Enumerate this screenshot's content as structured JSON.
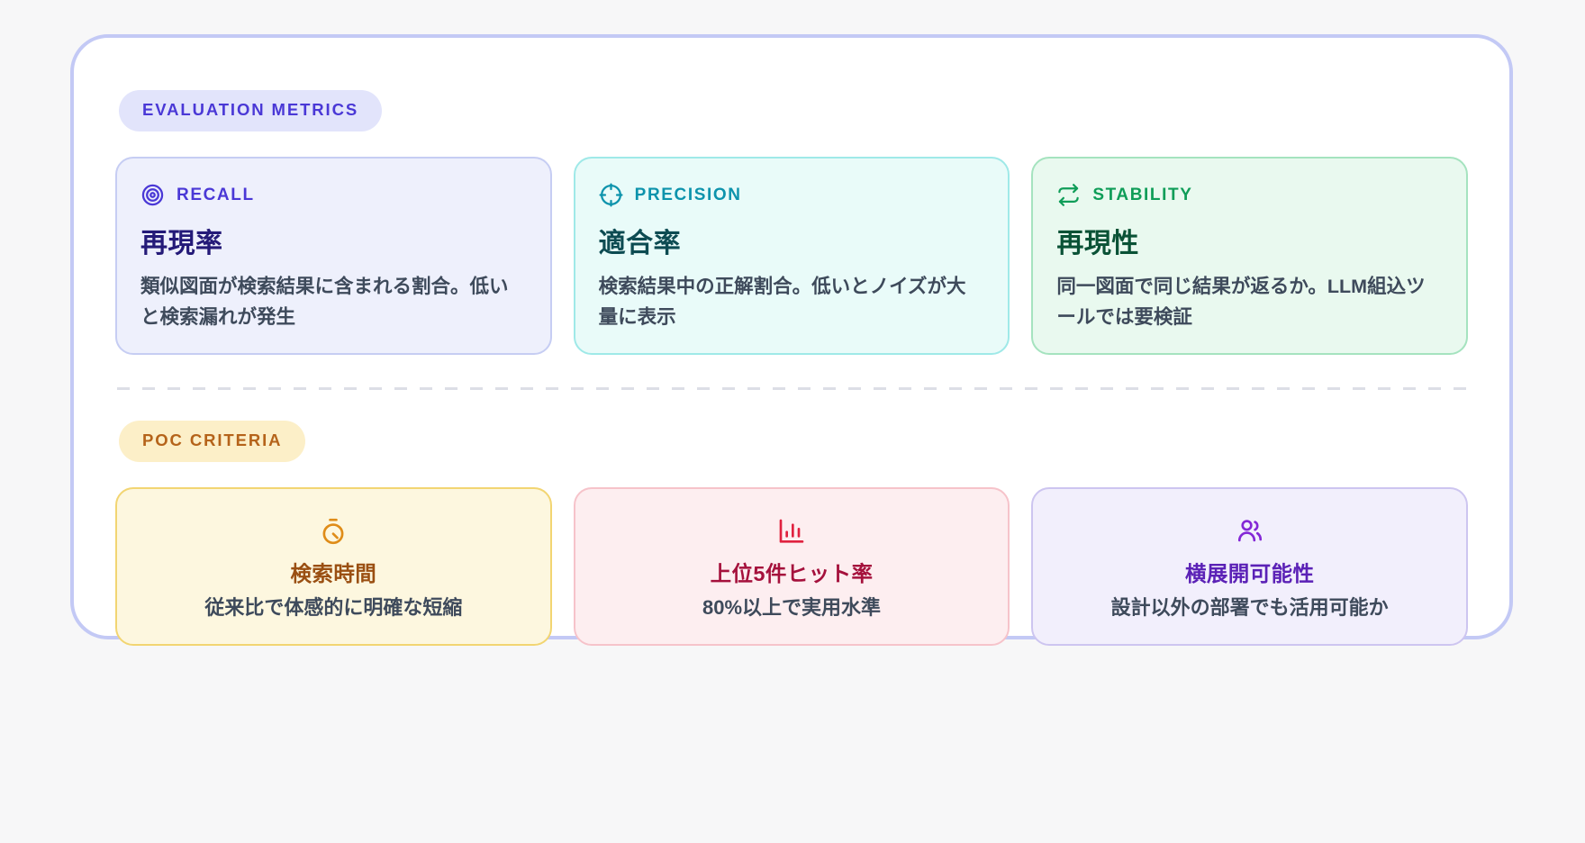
{
  "sections": [
    {
      "badge": "EVALUATION METRICS",
      "badge_bg": "#e2e4fb",
      "badge_color": "#4a38d6",
      "cards": [
        {
          "icon": "target-icon",
          "kicker": "RECALL",
          "title": "再現率",
          "desc": "類似図面が検索結果に含まれる割合。低いと検索漏れが発生",
          "bg": "#eef0fc",
          "border": "#c6cdf3",
          "accent": "#4a38d6",
          "title_color": "#241a78"
        },
        {
          "icon": "crosshair-icon",
          "kicker": "PRECISION",
          "title": "適合率",
          "desc": "検索結果中の正解割合。低いとノイズが大量に表示",
          "bg": "#e9fbf9",
          "border": "#9fe9e8",
          "accent": "#0d93ac",
          "title_color": "#0d4b52"
        },
        {
          "icon": "repeat-icon",
          "kicker": "STABILITY",
          "title": "再現性",
          "desc": "同一図面で同じ結果が返るか。LLM組込ツールでは要検証",
          "bg": "#e9f9ef",
          "border": "#a5e3bf",
          "accent": "#0f9d58",
          "title_color": "#0a5236"
        }
      ]
    },
    {
      "badge": "POC CRITERIA",
      "badge_bg": "#fcefc8",
      "badge_color": "#b5631a",
      "cards": [
        {
          "icon": "stopwatch-icon",
          "title": "検索時間",
          "desc": "従来比で体感的に明確な短縮",
          "bg": "#fdf7df",
          "border": "#f2d572",
          "accent": "#df8c18",
          "title_color": "#9a4f12"
        },
        {
          "icon": "bar-chart-icon",
          "title": "上位5件ヒット率",
          "desc": "80%以上で実用水準",
          "bg": "#fdeef0",
          "border": "#f6c3ca",
          "accent": "#e0213f",
          "title_color": "#a5113c"
        },
        {
          "icon": "users-icon",
          "title": "横展開可能性",
          "desc": "設計以外の部署でも活用可能か",
          "bg": "#f2effc",
          "border": "#cdc5f0",
          "accent": "#8427d6",
          "title_color": "#5b21b6"
        }
      ]
    }
  ],
  "panel": {
    "background": "#ffffff",
    "border_color": "#c3c9f5"
  },
  "page": {
    "background": "#f7f7f8"
  }
}
